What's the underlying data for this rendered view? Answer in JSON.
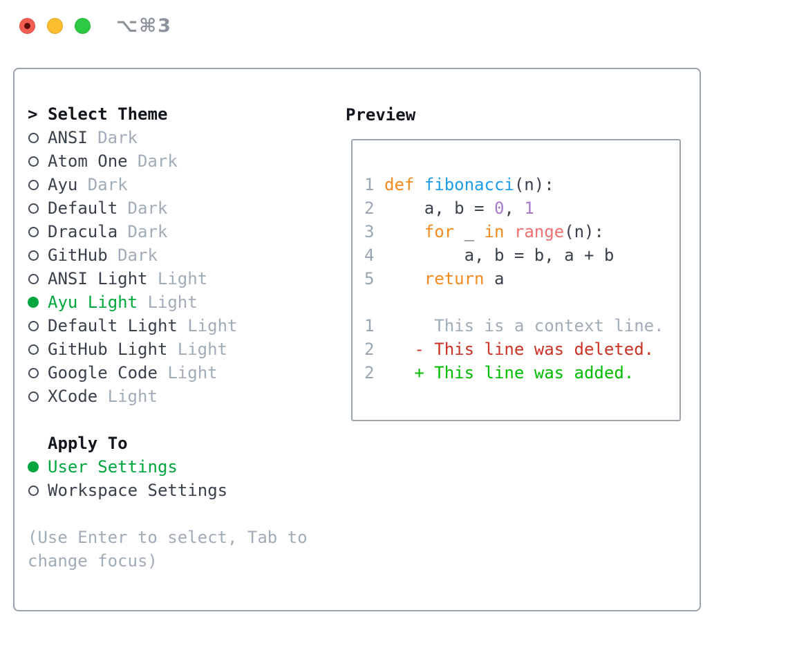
{
  "window": {
    "title_shortcut": "⌥⌘3"
  },
  "colors": {
    "border": "#99a2ad",
    "ink": "#12161c",
    "text": "#3a414b",
    "muted": "#a2abb8",
    "accent_green": "#00a73e",
    "diff_red": "#cb3326",
    "diff_green": "#00bd00",
    "kw": "#f28a1d",
    "fn": "#1d9de8",
    "num": "#a37acc",
    "builtin": "#f07171",
    "line_number": "#9aa5b4",
    "tl_red": "#f25d52",
    "tl_yellow": "#fcbd2e",
    "tl_green": "#2ec943",
    "title_gray": "#8d939c"
  },
  "theme_panel": {
    "header": {
      "prompt": ">",
      "label": "Select Theme"
    },
    "themes": [
      {
        "name": "ANSI",
        "variant": "Dark",
        "selected": false
      },
      {
        "name": "Atom One",
        "variant": "Dark",
        "selected": false
      },
      {
        "name": "Ayu",
        "variant": "Dark",
        "selected": false
      },
      {
        "name": "Default",
        "variant": "Dark",
        "selected": false
      },
      {
        "name": "Dracula",
        "variant": "Dark",
        "selected": false
      },
      {
        "name": "GitHub",
        "variant": "Dark",
        "selected": false
      },
      {
        "name": "ANSI Light",
        "variant": "Light",
        "selected": false
      },
      {
        "name": "Ayu Light",
        "variant": "Light",
        "selected": true
      },
      {
        "name": "Default Light",
        "variant": "Light",
        "selected": false
      },
      {
        "name": "GitHub Light",
        "variant": "Light",
        "selected": false
      },
      {
        "name": "Google Code",
        "variant": "Light",
        "selected": false
      },
      {
        "name": "XCode",
        "variant": "Light",
        "selected": false
      }
    ],
    "apply_to": {
      "label": "Apply To",
      "options": [
        {
          "name": "User Settings",
          "selected": true
        },
        {
          "name": "Workspace Settings",
          "selected": false
        }
      ]
    },
    "help_lines": [
      "(Use Enter to select, Tab to",
      "change focus)"
    ]
  },
  "preview": {
    "label": "Preview",
    "code_lines": [
      {
        "num": "1",
        "tokens": [
          {
            "t": "def",
            "c": "kw"
          },
          {
            "t": " ",
            "c": "d"
          },
          {
            "t": "fibonacci",
            "c": "fn"
          },
          {
            "t": "(n):",
            "c": "d"
          }
        ]
      },
      {
        "num": "2",
        "tokens": [
          {
            "t": "    a, b = ",
            "c": "d"
          },
          {
            "t": "0",
            "c": "num"
          },
          {
            "t": ", ",
            "c": "d"
          },
          {
            "t": "1",
            "c": "num"
          }
        ]
      },
      {
        "num": "3",
        "tokens": [
          {
            "t": "    ",
            "c": "d"
          },
          {
            "t": "for",
            "c": "kw"
          },
          {
            "t": " _ ",
            "c": "d"
          },
          {
            "t": "in",
            "c": "kw"
          },
          {
            "t": " ",
            "c": "d"
          },
          {
            "t": "range",
            "c": "call"
          },
          {
            "t": "(n):",
            "c": "d"
          }
        ]
      },
      {
        "num": "4",
        "tokens": [
          {
            "t": "        a, b = b, a + b",
            "c": "d"
          }
        ]
      },
      {
        "num": "5",
        "tokens": [
          {
            "t": "    ",
            "c": "d"
          },
          {
            "t": "return",
            "c": "kw"
          },
          {
            "t": " a",
            "c": "d"
          }
        ]
      }
    ],
    "diff_lines": [
      {
        "num": "1",
        "text": "     This is a context line.",
        "type": "context"
      },
      {
        "num": "2",
        "text": "   - This line was deleted.",
        "type": "deleted"
      },
      {
        "num": "2",
        "text": "   + This line was added.",
        "type": "added"
      }
    ]
  }
}
